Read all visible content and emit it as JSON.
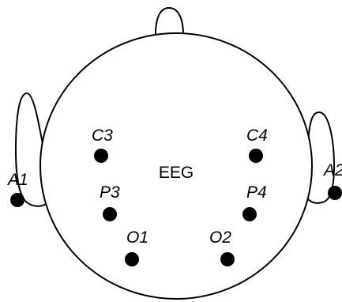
{
  "diagram": {
    "center_label": "EEG",
    "electrodes": [
      {
        "id": "C3",
        "label": "C3"
      },
      {
        "id": "C4",
        "label": "C4"
      },
      {
        "id": "P3",
        "label": "P3"
      },
      {
        "id": "P4",
        "label": "P4"
      },
      {
        "id": "O1",
        "label": "O1"
      },
      {
        "id": "O2",
        "label": "O2"
      },
      {
        "id": "A1",
        "label": "A1"
      },
      {
        "id": "A2",
        "label": "A2"
      }
    ],
    "colors": {
      "stroke": "#000000",
      "electrode": "#000000",
      "background": "#ffffff"
    }
  }
}
